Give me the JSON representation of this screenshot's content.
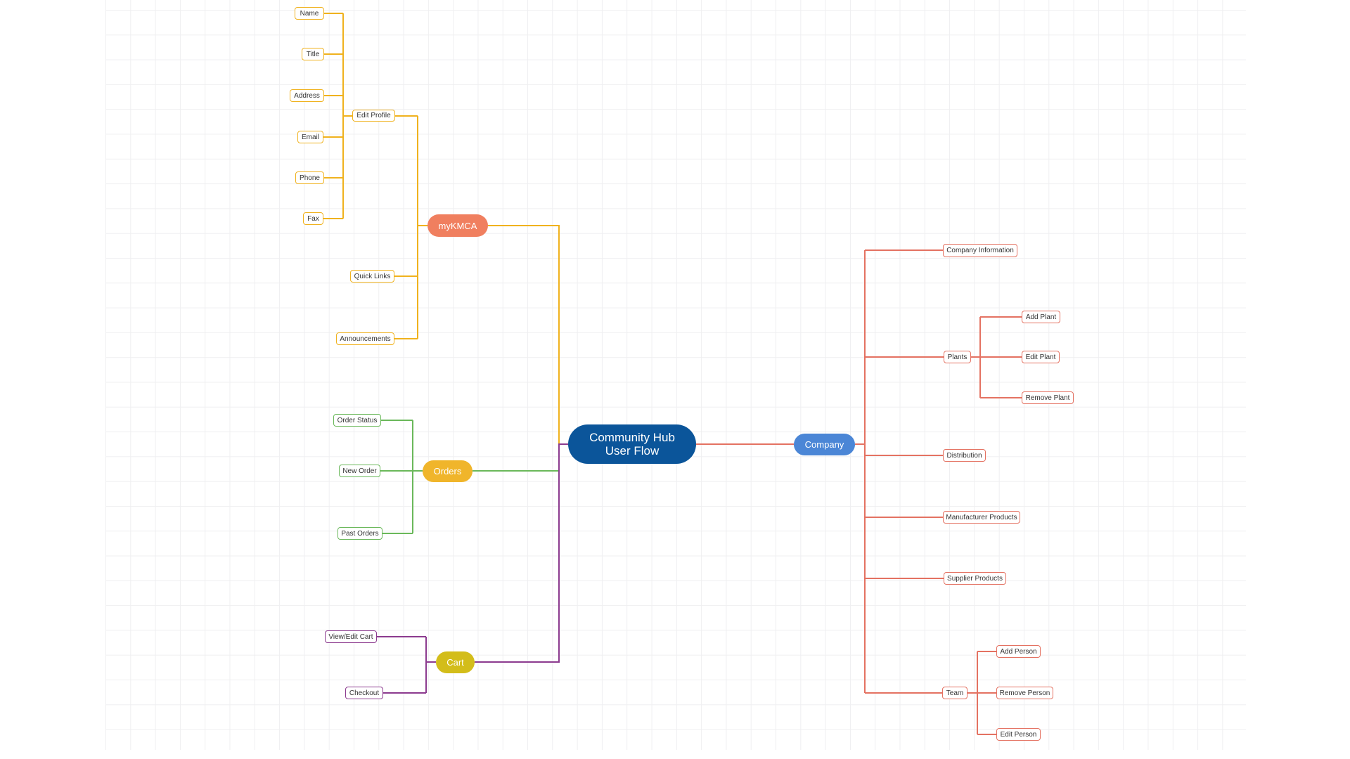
{
  "colors": {
    "root": "#0b559a",
    "mykcma_branch": "#f0b21e",
    "mykcma_node": "#f07f5f",
    "orders_branch": "#6ab85a",
    "orders_node": "#f0b52b",
    "cart_branch": "#8c3b8f",
    "cart_node": "#d3bd1a",
    "company_branch": "#e47262",
    "company_node": "#4b86d6",
    "grid": "#efeff1"
  },
  "root": {
    "line1": "Community Hub",
    "line2": "User Flow"
  },
  "mykcma": {
    "label": "myKMCA",
    "edit_profile": {
      "label": "Edit Profile",
      "fields": [
        "Name",
        "Title",
        "Address",
        "Email",
        "Phone",
        "Fax"
      ]
    },
    "quick_links": "Quick Links",
    "announcements": "Announcements"
  },
  "orders": {
    "label": "Orders",
    "children": [
      "Order Status",
      "New Order",
      "Past Orders"
    ]
  },
  "cart": {
    "label": "Cart",
    "children": [
      "View/Edit Cart",
      "Checkout"
    ]
  },
  "company": {
    "label": "Company",
    "company_information": "Company Information",
    "plants": {
      "label": "Plants",
      "children": [
        "Add Plant",
        "Edit Plant",
        "Remove Plant"
      ]
    },
    "distribution": "Distribution",
    "manufacturer_products": "Manufacturer Products",
    "supplier_products": "Supplier Products",
    "team": {
      "label": "Team",
      "children": [
        "Add Person",
        "Remove Person",
        "Edit Person"
      ]
    }
  }
}
